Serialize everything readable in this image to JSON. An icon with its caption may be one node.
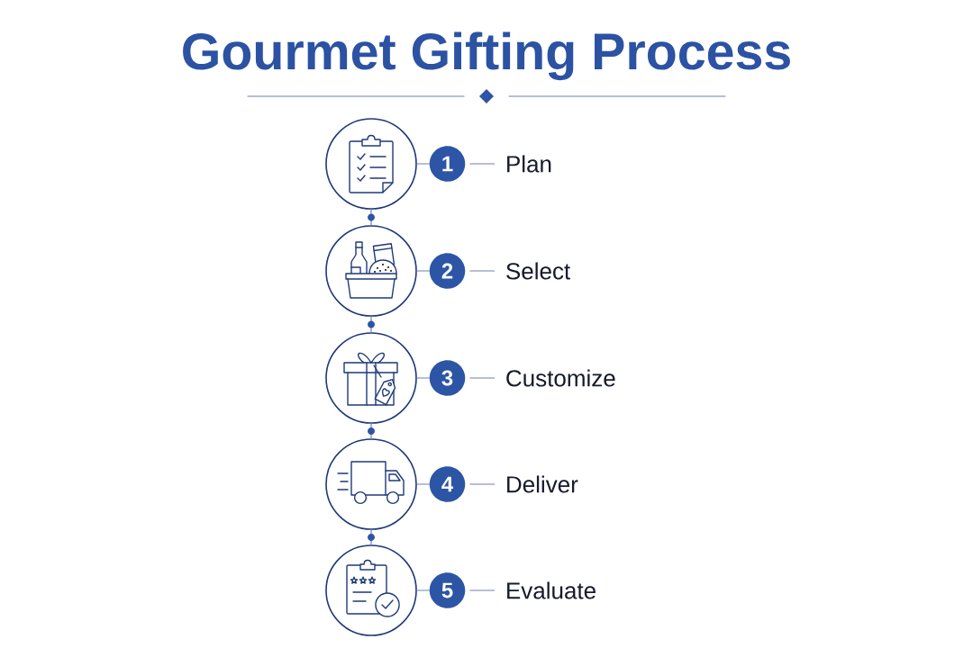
{
  "diagram": {
    "title": "Gourmet Gifting Process",
    "nodes": [
      {
        "text": [],
        "shape": "circle"
      },
      {
        "text": [
          "1"
        ]
      },
      {
        "text": [
          "Plan"
        ]
      },
      {
        "text": [],
        "shape": "circle"
      },
      {
        "text": [
          "2"
        ]
      },
      {
        "text": [
          "Select"
        ]
      },
      {
        "text": [],
        "shape": "circle"
      },
      {
        "text": [
          "3"
        ]
      },
      {
        "text": [
          "Customize"
        ]
      },
      {
        "text": [],
        "shape": "circle"
      },
      {
        "text": [
          "4"
        ]
      },
      {
        "text": [
          "Deliver"
        ]
      },
      {
        "text": [],
        "shape": "circle"
      },
      {
        "text": [
          "5"
        ]
      },
      {
        "text": [
          "Evaluate"
        ]
      }
    ],
    "edges": [
      {
        "from": 0,
        "to": 1,
        "arrow": "none"
      },
      {
        "from": 1,
        "to": 2,
        "arrow": "none"
      },
      {
        "from": 3,
        "to": 4,
        "arrow": "none"
      },
      {
        "from": 4,
        "to": 5,
        "arrow": "none"
      },
      {
        "from": 6,
        "to": 7,
        "arrow": "none"
      },
      {
        "from": 7,
        "to": 8,
        "arrow": "none"
      },
      {
        "from": 9,
        "to": 10,
        "arrow": "none"
      },
      {
        "from": 10,
        "to": 11,
        "arrow": "none"
      },
      {
        "from": 12,
        "to": 13,
        "arrow": "none"
      },
      {
        "from": 13,
        "to": 14,
        "arrow": "none"
      },
      {
        "from": 0,
        "to": 3,
        "arrow": "none"
      },
      {
        "from": 3,
        "to": 6,
        "arrow": "none"
      },
      {
        "from": 6,
        "to": 9,
        "arrow": "none"
      },
      {
        "from": 9,
        "to": 12,
        "arrow": "none"
      }
    ]
  }
}
